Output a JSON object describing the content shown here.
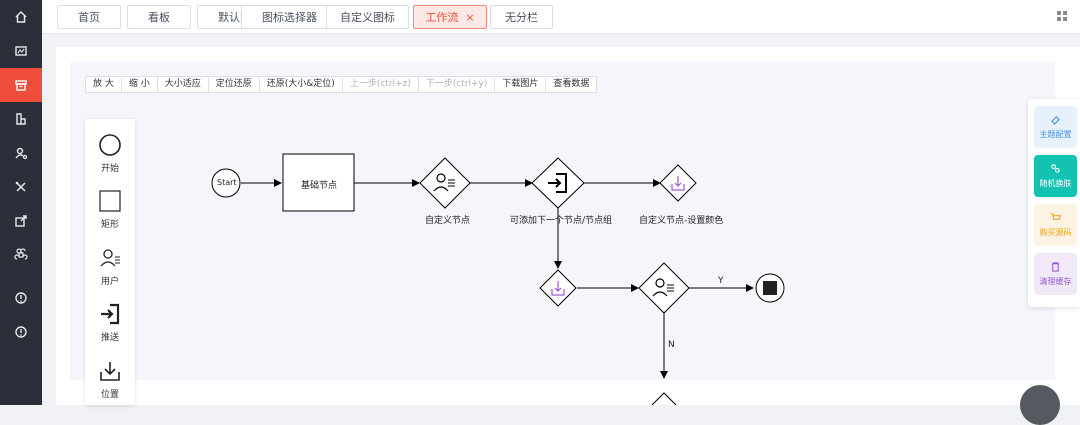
{
  "sidebar": {
    "items": [
      {
        "icon": "home-icon"
      },
      {
        "icon": "dashboard-icon"
      },
      {
        "icon": "archive-icon"
      },
      {
        "icon": "document-icon"
      },
      {
        "icon": "user-settings-icon"
      },
      {
        "icon": "tools-icon"
      },
      {
        "icon": "external-link-icon"
      },
      {
        "icon": "command-icon"
      },
      {
        "icon": "alert-icon"
      },
      {
        "icon": "alert-icon"
      }
    ],
    "active_color": "#ef4d3c"
  },
  "tabs": [
    {
      "label": "首页"
    },
    {
      "label": "看板"
    },
    {
      "label": "默认图标"
    },
    {
      "label": "图标选择器"
    },
    {
      "label": "自定义图标"
    },
    {
      "label": "工作流",
      "active": true,
      "close": "×"
    },
    {
      "label": "无分栏"
    }
  ],
  "toolbar": {
    "buttons": [
      {
        "label": "放 大"
      },
      {
        "label": "缩 小"
      },
      {
        "label": "大小适应"
      },
      {
        "label": "定位还原"
      },
      {
        "label": "还原(大小&定位)"
      },
      {
        "label": "上一步(ctrl+z)",
        "disabled": true
      },
      {
        "label": "下一步(ctrl+y)",
        "disabled": true
      },
      {
        "label": "下载图片"
      },
      {
        "label": "查看数据"
      }
    ]
  },
  "palette": {
    "items": [
      {
        "label": "开始",
        "icon": "circle-icon"
      },
      {
        "label": "矩形",
        "icon": "rectangle-icon"
      },
      {
        "label": "用户",
        "icon": "user-icon"
      },
      {
        "label": "推送",
        "icon": "push-icon"
      },
      {
        "label": "位置",
        "icon": "download-icon"
      }
    ]
  },
  "flow": {
    "start_label": "Start",
    "rect_label": "基础节点",
    "custom_node_label": "自定义节点",
    "addable_node_label": "可添加下一个节点/节点组",
    "colored_node_label": "自定义节点-设置颜色",
    "edge_yes": "Y",
    "edge_no": "N",
    "accent_purple": "#9b59d0"
  },
  "theme_panel": {
    "buttons": [
      {
        "label": "主题配置",
        "color": "#4a90e2",
        "bg": "#e6f1fc",
        "icon": "palette-icon"
      },
      {
        "label": "随机换肤",
        "color": "#ffffff",
        "bg": "#13c2b0",
        "icon": "shuffle-icon"
      },
      {
        "label": "购买源码",
        "color": "#f0a020",
        "bg": "#fdf3e2",
        "icon": "cart-icon"
      },
      {
        "label": "清理缓存",
        "color": "#9b59d0",
        "bg": "#f1e8f8",
        "icon": "trash-icon"
      }
    ]
  }
}
